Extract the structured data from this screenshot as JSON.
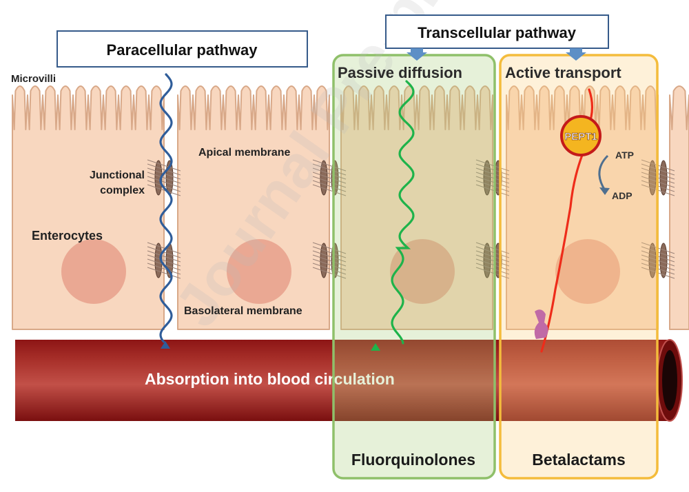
{
  "headers": {
    "paracellular": "Paracellular pathway",
    "transcellular": "Transcellular pathway"
  },
  "regions": {
    "passive_diffusion": "Passive diffusion",
    "active_transport": "Active transport"
  },
  "labels": {
    "microvilli": "Microvilli",
    "apical_membrane": "Apical membrane",
    "junctional_complex_1": "Junctional",
    "junctional_complex_2": "complex",
    "enterocytes": "Enterocytes",
    "basolateral_membrane": "Basolateral membrane",
    "absorption": "Absorption into blood circulation",
    "transporter": "PEPT1",
    "atp": "ATP",
    "adp": "ADP"
  },
  "drug_classes": {
    "passive": "Fluorquinolones",
    "active": "Betalactams"
  },
  "watermark": "Journal Pre-proof",
  "colors": {
    "cell_fill": "#f8d7bf",
    "cell_stroke": "#d8a888",
    "nucleus": "#eaa893",
    "blood_vessel": "#8d1a1a",
    "paracellular_path": "#2f5d9a",
    "passive_path": "#1eb34a",
    "active_path": "#ee2c1a",
    "passive_box": "#8fc06a",
    "active_box": "#f4bc3c",
    "header_border": "#355a8a"
  }
}
